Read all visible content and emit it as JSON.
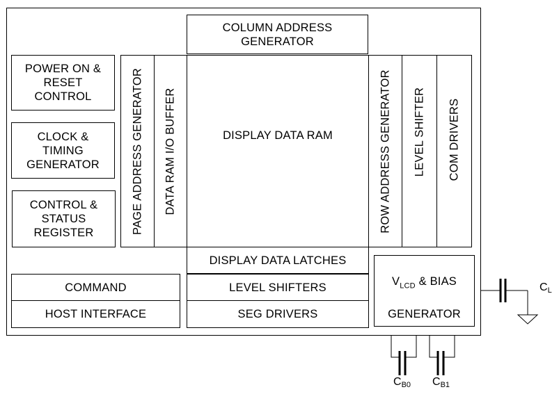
{
  "blocks": {
    "column_address": "COLUMN ADDRESS\nGENERATOR",
    "power_on": "POWER ON &\nRESET\nCONTROL",
    "clock": "CLOCK &\nTIMING\nGENERATOR",
    "control_status": "CONTROL &\nSTATUS\nREGISTER",
    "page_address": "PAGE ADDRESS GENERATOR",
    "data_ram_io": "DATA RAM I/O BUFFER",
    "display_data_ram": "DISPLAY DATA RAM",
    "row_address": "ROW ADDRESS GENERATOR",
    "level_shifter": "LEVEL SHIFTER",
    "com_drivers": "COM DRIVERS",
    "display_data_latches": "DISPLAY DATA LATCHES",
    "level_shifters": "LEVEL SHIFTERS",
    "seg_drivers": "SEG DRIVERS",
    "command": "COMMAND",
    "host_interface": "HOST INTERFACE",
    "vlcd_main": "V",
    "vlcd_sub": "LCD",
    "vlcd_rest": " & BIAS",
    "vlcd_line2": "GENERATOR"
  },
  "capacitors": {
    "cl_main": "C",
    "cl_sub": "L",
    "cb0_main": "C",
    "cb0_sub": "B0",
    "cb1_main": "C",
    "cb1_sub": "B1"
  }
}
